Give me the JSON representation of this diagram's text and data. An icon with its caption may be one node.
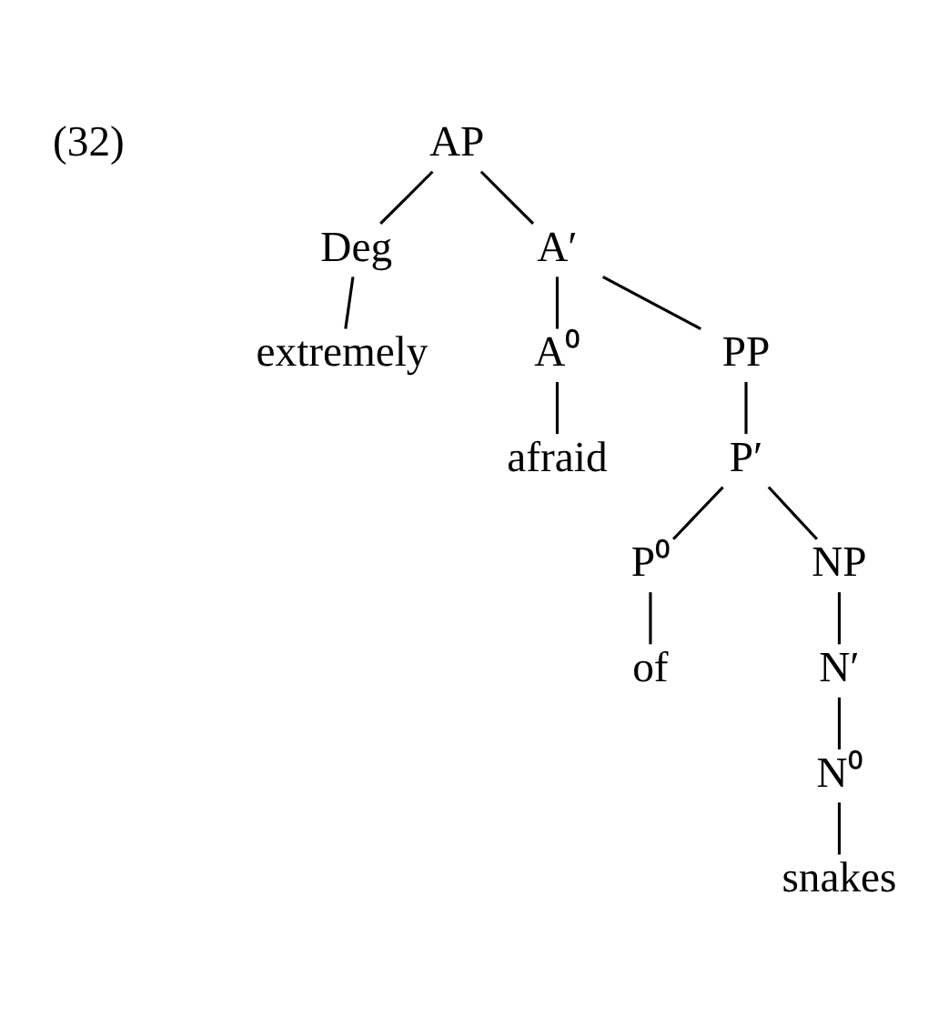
{
  "diagram": {
    "nodes": [
      {
        "text": [
          "AP"
        ]
      },
      {
        "text": [
          "Deg"
        ]
      },
      {
        "text": [
          "A′"
        ]
      },
      {
        "text": [
          "extremely"
        ]
      },
      {
        "text": [
          "A⁰"
        ]
      },
      {
        "text": [
          "PP"
        ]
      },
      {
        "text": [
          "afraid"
        ]
      },
      {
        "text": [
          "P′"
        ]
      },
      {
        "text": [
          "P⁰"
        ]
      },
      {
        "text": [
          "NP"
        ]
      },
      {
        "text": [
          "of"
        ]
      },
      {
        "text": [
          "N′"
        ]
      },
      {
        "text": [
          "N⁰"
        ]
      },
      {
        "text": [
          "snakes"
        ]
      }
    ],
    "edges": [
      {
        "from": 0,
        "to": 1,
        "arrow": "none"
      },
      {
        "from": 0,
        "to": 2,
        "arrow": "none"
      },
      {
        "from": 1,
        "to": 3,
        "arrow": "none"
      },
      {
        "from": 2,
        "to": 4,
        "arrow": "none"
      },
      {
        "from": 2,
        "to": 5,
        "arrow": "none"
      },
      {
        "from": 4,
        "to": 6,
        "arrow": "none"
      },
      {
        "from": 5,
        "to": 7,
        "arrow": "none"
      },
      {
        "from": 7,
        "to": 8,
        "arrow": "none"
      },
      {
        "from": 7,
        "to": 9,
        "arrow": "none"
      },
      {
        "from": 8,
        "to": 10,
        "arrow": "none"
      },
      {
        "from": 9,
        "to": 11,
        "arrow": "none"
      },
      {
        "from": 11,
        "to": 12,
        "arrow": "none"
      },
      {
        "from": 12,
        "to": 13,
        "arrow": "none"
      }
    ],
    "labels": [
      "(32)"
    ]
  }
}
